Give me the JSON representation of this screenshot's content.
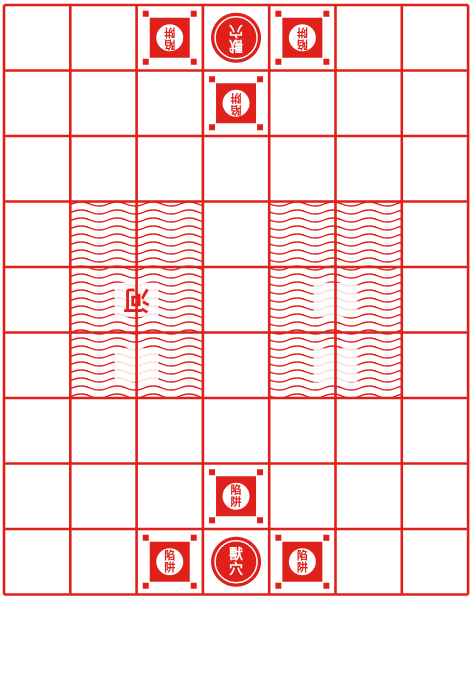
{
  "game": "Jungle (Dou Shou Qi) board",
  "colors": {
    "line": "#e0201a",
    "background": "#ffffff",
    "tile_inner": "#ffffff"
  },
  "board": {
    "columns": 7,
    "rows": 9
  },
  "top_side": {
    "traps": [
      {
        "label": "陷阱",
        "col": 2,
        "row": 0
      },
      {
        "label": "陷阱",
        "col": 4,
        "row": 0
      },
      {
        "label": "陷阱",
        "col": 3,
        "row": 1
      }
    ],
    "den": {
      "label": "獸穴",
      "col": 3,
      "row": 0
    }
  },
  "bottom_side": {
    "traps": [
      {
        "label": "陷阱",
        "col": 3,
        "row": 7
      },
      {
        "label": "陷阱",
        "col": 2,
        "row": 8
      },
      {
        "label": "陷阱",
        "col": 4,
        "row": 8
      }
    ],
    "den": {
      "label": "獸穴",
      "col": 3,
      "row": 8
    }
  },
  "rivers": [
    {
      "name": "left-river",
      "cols": [
        1,
        2
      ],
      "rows": [
        3,
        4,
        5
      ],
      "labels": [
        {
          "text": "河",
          "col": 1,
          "row": 4,
          "rotate": 180
        },
        {
          "text": "",
          "col": 1,
          "row": 5,
          "rotate": 180
        }
      ]
    },
    {
      "name": "right-river",
      "cols": [
        4,
        5
      ],
      "rows": [
        3,
        4,
        5
      ],
      "labels": [
        {
          "text": "",
          "col": 4,
          "row": 4,
          "rotate": 0
        },
        {
          "text": "",
          "col": 4,
          "row": 5,
          "rotate": 0
        }
      ]
    }
  ]
}
